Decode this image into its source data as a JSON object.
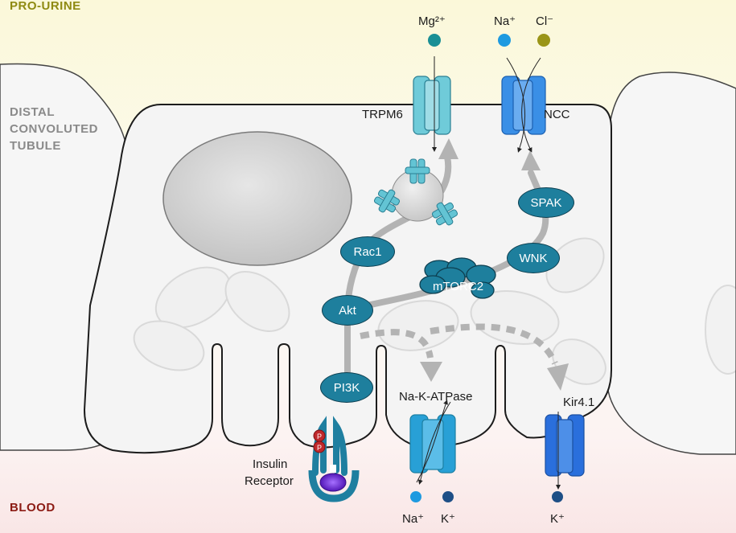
{
  "regions": {
    "pro_urine": "PRO-URINE",
    "tubule_line1": "DISTAL",
    "tubule_line2": "CONVOLUTED",
    "tubule_line3": "TUBULE",
    "blood": "BLOOD"
  },
  "ions": {
    "mg": "Mg²⁺",
    "na_top": "Na⁺",
    "cl": "Cl⁻",
    "na_bottom": "Na⁺",
    "k_bottom": "K⁺",
    "k_kir": "K⁺",
    "phospho": "P"
  },
  "channels": {
    "trpm6": "TRPM6",
    "ncc": "NCC",
    "nak_atpase": "Na-K-ATPase",
    "kir41": "Kir4.1",
    "insulin_receptor_line1": "Insulin",
    "insulin_receptor_line2": "Receptor"
  },
  "signaling": {
    "rac1": "Rac1",
    "akt": "Akt",
    "pi3k": "PI3K",
    "mtorc2": "mTORC2",
    "wnk": "WNK",
    "spak": "SPAK"
  },
  "colors": {
    "urine_bg": "#fbf9e0",
    "blood_bg": "#fbeeee",
    "pro_urine_text": "#8f8a12",
    "tubule_text": "#8a8a8a",
    "blood_text": "#8c1b14",
    "node_fill": "#1e7f9d",
    "mg_ion": "#1a8f95",
    "na_ion": "#1e9ae0",
    "cl_ion": "#9a9518",
    "k_ion": "#1e4f86"
  }
}
